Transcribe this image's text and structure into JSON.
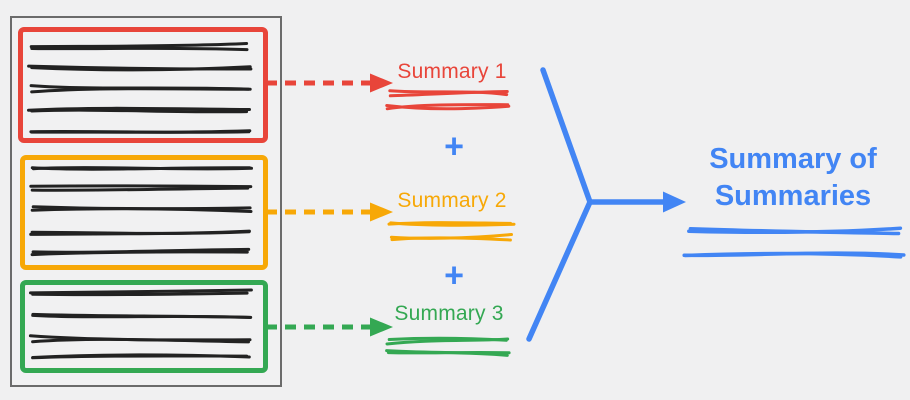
{
  "colors": {
    "background": "#f0f0f1",
    "document_fill": "#f1f1f2",
    "document_border": "#6b6b6b",
    "ink": "#222222",
    "red": "#e8453a",
    "orange": "#f7a807",
    "green": "#34a853",
    "blue": "#4285f4"
  },
  "document": {
    "sections": [
      {
        "id": "section-1",
        "color_name": "red",
        "line_count": 5
      },
      {
        "id": "section-2",
        "color_name": "orange",
        "line_count": 5
      },
      {
        "id": "section-3",
        "color_name": "green",
        "line_count": 4
      }
    ]
  },
  "summaries": [
    {
      "label": "Summary 1",
      "color_name": "red"
    },
    {
      "label": "Summary 2",
      "color_name": "orange"
    },
    {
      "label": "Summary 3",
      "color_name": "green"
    }
  ],
  "operators": {
    "plus": "+"
  },
  "result": {
    "title": "Summary of Summaries"
  }
}
